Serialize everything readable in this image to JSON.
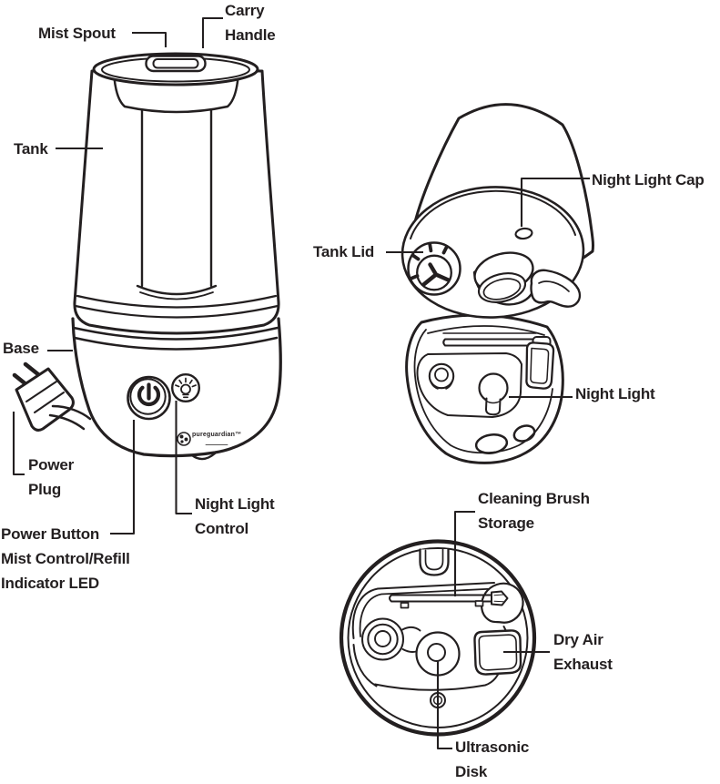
{
  "figure": {
    "ink_color": "#231f20",
    "background_color": "#ffffff",
    "labels": {
      "mist_spout": "Mist Spout",
      "carry_handle": "Carry\nHandle",
      "tank": "Tank",
      "base": "Base",
      "power_plug": "Power\nPlug",
      "power_button": "Power Button\nMist Control/Refill\nIndicator LED",
      "night_light_control": "Night Light\nControl",
      "night_light_cap": "Night Light Cap",
      "tank_lid": "Tank Lid",
      "night_light": "Night Light",
      "cleaning_brush_storage": "Cleaning Brush\nStorage",
      "dry_air_exhaust": "Dry Air\nExhaust",
      "ultrasonic_disk": "Ultrasonic\nDisk"
    },
    "logo": {
      "brand": "pureguardian™"
    },
    "icons": {
      "power_button": "power-icon",
      "night_light_button": "light-bulb-icon"
    }
  }
}
